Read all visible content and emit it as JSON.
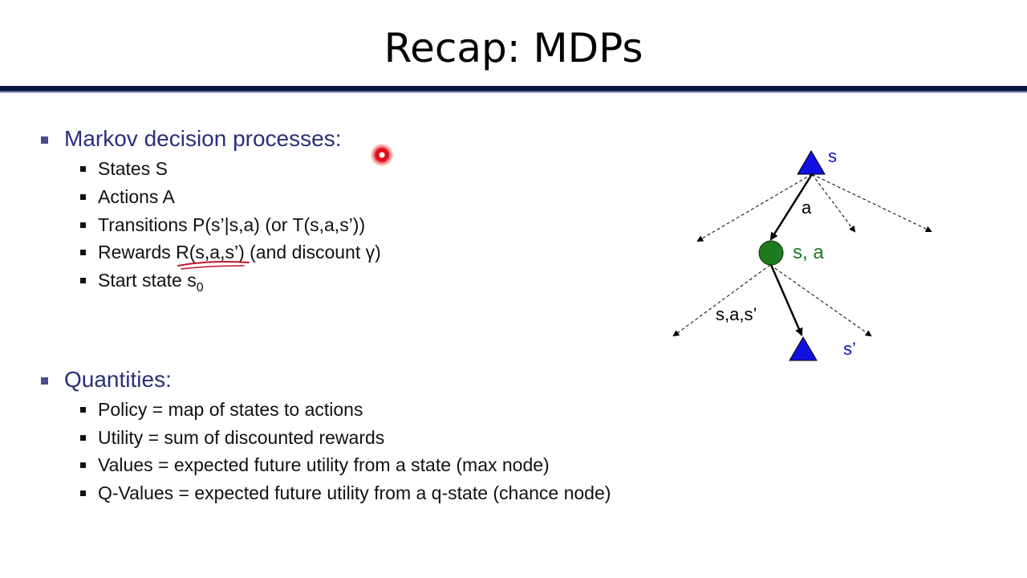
{
  "slide": {
    "title": "Recap: MDPs"
  },
  "section1": {
    "heading": "Markov decision processes:",
    "items": [
      "States S",
      "Actions A",
      "Transitions P(s’|s,a) (or T(s,a,s’))",
      "Rewards R(s,a,s’) (and discount γ)"
    ],
    "start_state_text": "Start state s",
    "start_state_sub": "0"
  },
  "section2": {
    "heading": "Quantities:",
    "items": [
      "Policy = map of states to actions",
      "Utility = sum of discounted rewards",
      "Values = expected future utility from a state (max node)",
      "Q-Values = expected future utility from a q-state (chance node)"
    ]
  },
  "diagram": {
    "top_state_label": "s",
    "action_label": "a",
    "qstate_label": "s, a",
    "transition_label": "s,a,s’",
    "next_state_label": "s’",
    "colors": {
      "state_node": "#1010e0",
      "qstate_node": "#1e7a1e",
      "state_label": "#1010c0",
      "qstate_label": "#1e7a1e",
      "title_rule": "#0b1640",
      "annotation_ink": "#c0142a"
    }
  }
}
